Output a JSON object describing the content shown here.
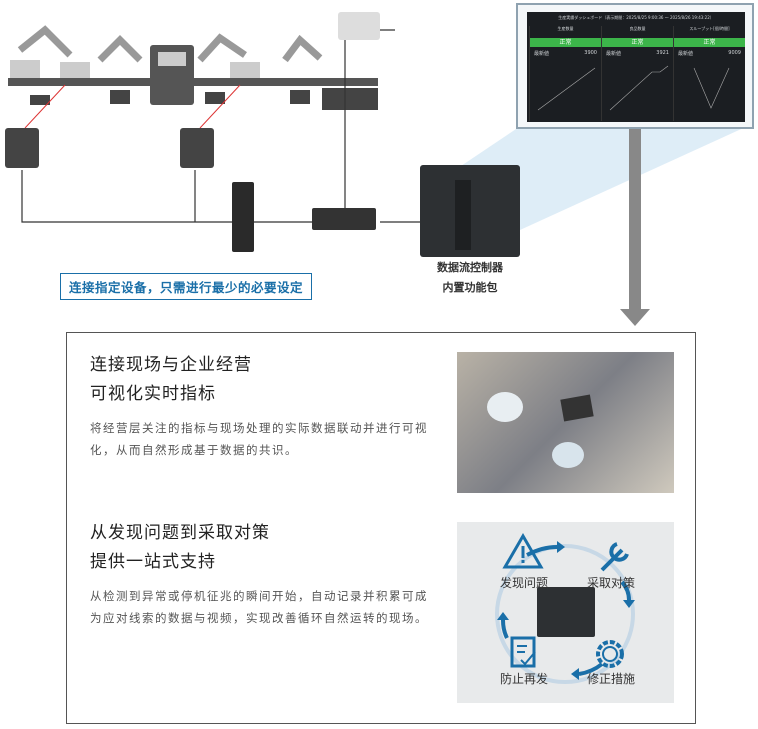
{
  "dashboard": {
    "title": "生産実績ダッシュボード（表示期間：2025/8/25 9:00:36 ～ 2025/8/26 19:43:22）",
    "columns": [
      {
        "header": "生産数量",
        "status": "正常",
        "latest_label": "最新値",
        "latest_value": "3900"
      },
      {
        "header": "良品数量",
        "status": "正常",
        "latest_label": "最新値",
        "latest_value": "3921"
      },
      {
        "header": "スループット[個/時間]",
        "status": "正常",
        "latest_label": "最新値",
        "latest_value": "9009"
      }
    ]
  },
  "callout": "连接指定设备，只需进行最少的必要设定",
  "controller_caption": [
    "数据流控制器",
    "内置功能包"
  ],
  "sections": [
    {
      "title": [
        "连接现场与企业经营",
        "可视化实时指标"
      ],
      "body": "将经营层关注的指标与现场处理的实际数据联动并进行可视化，从而自然形成基于数据的共识。"
    },
    {
      "title": [
        "从发现问题到采取对策",
        "提供一站式支持"
      ],
      "body": "从检测到异常或停机征兆的瞬间开始，自动记录并积累可成为应对线索的数据与视频，实现改善循环自然运转的现场。"
    }
  ],
  "cycle": [
    "发现问题",
    "采取对策",
    "修正措施",
    "防止再发"
  ],
  "colors": {
    "accent": "#1a6fa8",
    "ok": "#3cb54a"
  }
}
